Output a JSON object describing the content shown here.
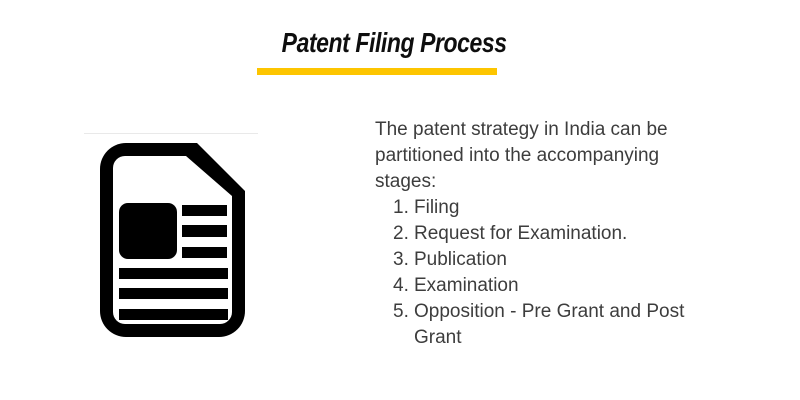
{
  "header": {
    "title": "Patent Filing Process",
    "accent_color": "#fdc500"
  },
  "figure": {
    "icon": "document-icon"
  },
  "content": {
    "intro": "The patent strategy in India can be partitioned into the accompanying stages:",
    "steps": [
      {
        "num": "1.",
        "label": "Filing"
      },
      {
        "num": "2.",
        "label": "Request for Examination."
      },
      {
        "num": "3.",
        "label": "Publication"
      },
      {
        "num": "4.",
        "label": "Examination"
      },
      {
        "num": "5.",
        "label": "Opposition - Pre Grant and Post Grant"
      }
    ]
  },
  "colors": {
    "title": "#0e0e0e",
    "body_text": "#3d3d3d",
    "icon": "#000000",
    "background": "#ffffff"
  }
}
